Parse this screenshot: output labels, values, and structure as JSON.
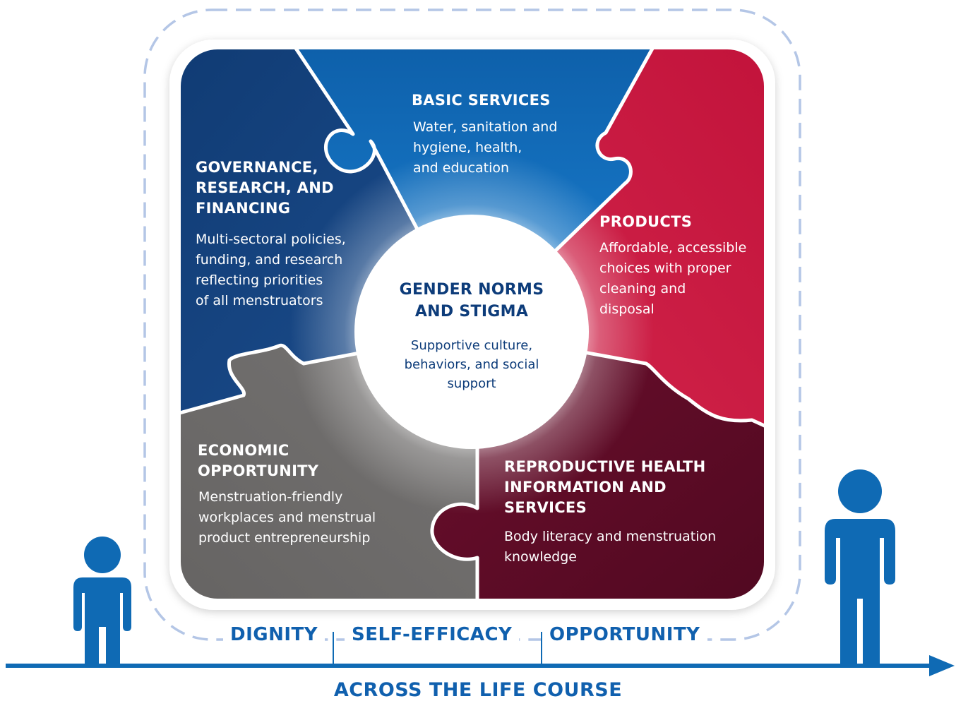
{
  "center": {
    "title": "GENDER NORMS\nAND STIGMA",
    "description": "Supportive culture,\nbehaviors, and social\nsupport"
  },
  "pieces": {
    "basic_services": {
      "title": "BASIC SERVICES",
      "description": "Water, sanitation and\nhygiene, health,\nand education",
      "color": "#0b6fb8"
    },
    "products": {
      "title": "PRODUCTS",
      "description": "Affordable, accessible\nchoices with proper\ncleaning and\ndisposal",
      "color": "#c8193f"
    },
    "reproductive_health": {
      "title": "REPRODUCTIVE HEALTH\nINFORMATION AND\nSERVICES",
      "description": "Body literacy and menstruation\nknowledge",
      "color": "#5a0a23"
    },
    "economic_opportunity": {
      "title": "ECONOMIC\nOPPORTUNITY",
      "description": "Menstruation-friendly\nworkplaces and menstrual\nproduct entrepreneurship",
      "color": "#6a6867"
    },
    "governance": {
      "title": "GOVERNANCE,\nRESEARCH, AND\nFINANCING",
      "description": "Multi-sectoral policies,\nfunding, and research\nreflecting priorities\nof all menstruators",
      "color": "#123f78"
    }
  },
  "values": [
    "DIGNITY",
    "SELF-EFFICACY",
    "OPPORTUNITY"
  ],
  "timeline": {
    "label": "ACROSS THE LIFE COURSE",
    "color": "#0f6ab4"
  },
  "figures": [
    "child-figure",
    "adult-figure"
  ]
}
